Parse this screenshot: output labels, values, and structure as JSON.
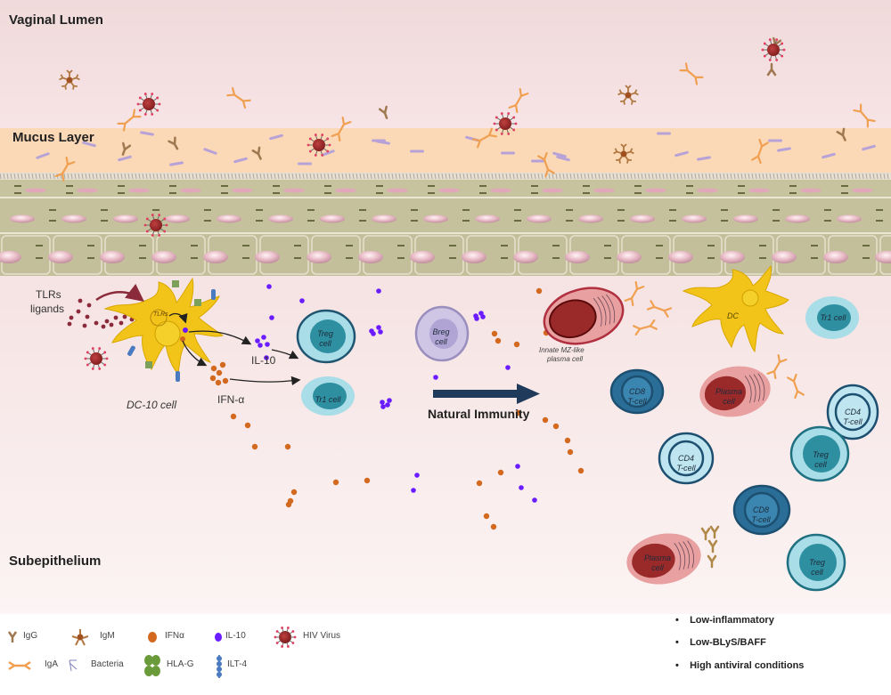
{
  "regions": {
    "lumen": "Vaginal Lumen",
    "mucus": "Mucus Layer",
    "subepithelium": "Subepithelium"
  },
  "labels": {
    "tlr_ligands_1": "TLRs",
    "tlr_ligands_2": "ligands",
    "tlrs_receptor": "TLRs",
    "dc10": "DC-10 cell",
    "il10": "IL-10",
    "ifna": "IFN-α",
    "natural_immunity": "Natural Immunity",
    "innate_plasma_1": "Innate MZ-like",
    "innate_plasma_2": "plasma cell",
    "dc": "DC"
  },
  "cells": {
    "treg_1": [
      "Treg",
      "cell"
    ],
    "tr1_1": [
      "Tr1 cell"
    ],
    "breg": [
      "Breg",
      "cell"
    ],
    "tr1_2": [
      "Tr1 cell"
    ],
    "cd8_1": [
      "CD8",
      "T-cell"
    ],
    "plasma_1": [
      "Plasma",
      "cell"
    ],
    "cd4_1": [
      "CD4",
      "T-cell"
    ],
    "cd4_2": [
      "CD4",
      "T-cell"
    ],
    "treg_2": [
      "Treg",
      "cell"
    ],
    "cd8_2": [
      "CD8",
      "T-cell"
    ],
    "plasma_2": [
      "Plasma",
      "cell"
    ],
    "treg_3": [
      "Treg",
      "cell"
    ]
  },
  "legend": {
    "igg": "IgG",
    "igm": "IgM",
    "ifna": "IFNα",
    "il10": "IL-10",
    "hiv": "HIV Virus",
    "iga": "IgA",
    "bacteria": "Bacteria",
    "hlag": "HLA-G",
    "ilt4": "ILT-4"
  },
  "conditions": [
    "Low-inflammatory",
    "Low-BLyS/BAFF",
    "High antiviral conditions"
  ],
  "colors": {
    "lumen_top": "#f1dcdc",
    "lumen_bottom": "#f7e6e6",
    "mucus": "#fbd9b8",
    "epithelium": "#c9c4a0",
    "nucleus": "#e8b9c4",
    "dc": "#f2c318",
    "hiv": "#9e2a2a",
    "ifna": "#d2691e",
    "il10": "#6a1bff",
    "iga": "#f0a050",
    "igg": "#a07850",
    "treg_light": "#a9dde8",
    "treg_dark": "#2a8a9a",
    "cd8": "#2a6d96",
    "plasma_light": "#e8a0a0",
    "plasma_dark": "#9a2a2a",
    "breg": "#c8bde0",
    "arrow": "#1f3a5a"
  }
}
